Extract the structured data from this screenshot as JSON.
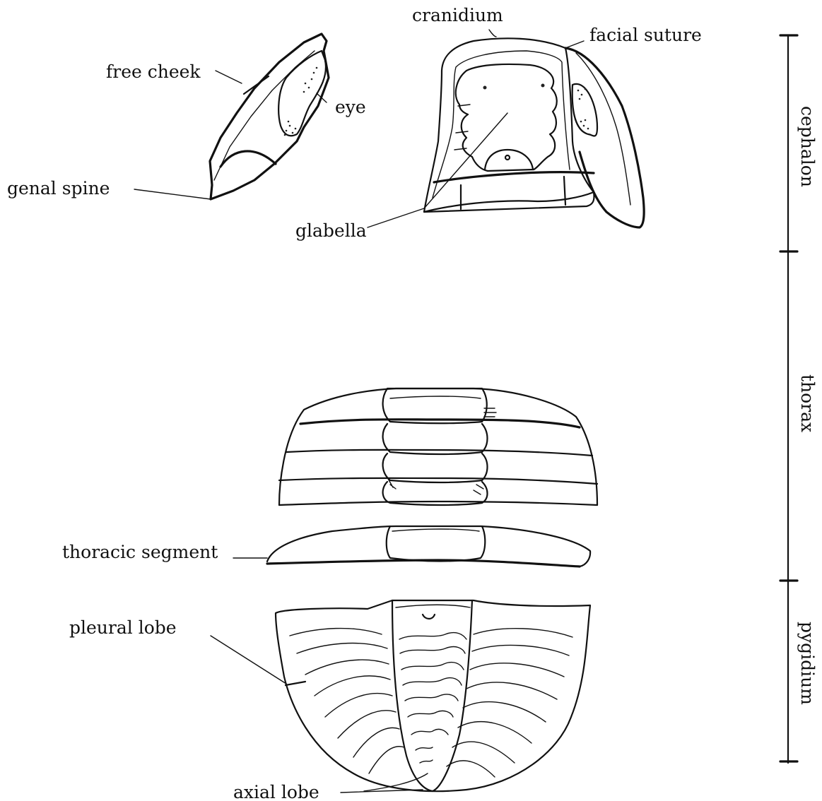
{
  "labels": {
    "cranidium": "cranidium",
    "facial_suture": "facial suture",
    "free_cheek": "free cheek",
    "eye": "eye",
    "genal_spine": "genal spine",
    "glabella": "glabella",
    "thoracic_segment": "thoracic segment",
    "pleural_lobe": "pleural lobe",
    "axial_lobe": "axial lobe"
  },
  "scale_bar": {
    "cephalon": "cephalon",
    "thorax": "thorax",
    "pygidium": "pygidium"
  },
  "colors": {
    "ink": "#111111",
    "background": "#ffffff"
  }
}
